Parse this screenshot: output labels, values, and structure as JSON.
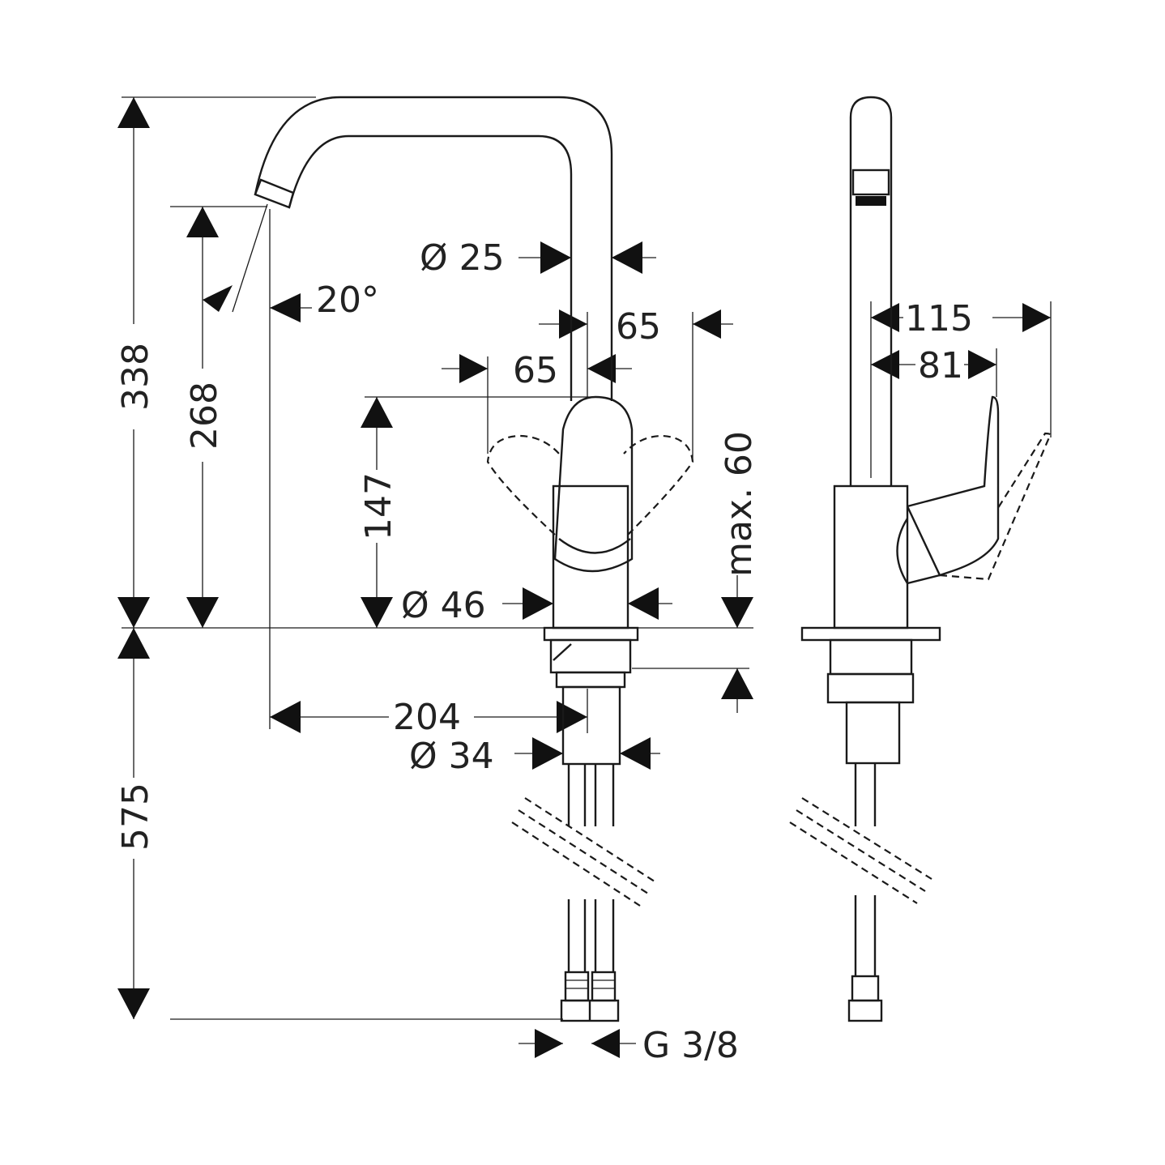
{
  "title": "Faucet dimension drawing",
  "dimensions": {
    "total_height": "338",
    "spout_height": "268",
    "spout_angle": "20°",
    "spout_diameter": "Ø 25",
    "lever_swing_right": "65",
    "lever_swing_left": "65",
    "body_height": "147",
    "max_deck_thickness": "max. 60",
    "body_diameter": "Ø 46",
    "spout_reach": "204",
    "shank_diameter": "Ø 34",
    "hose_length": "575",
    "connection": "G 3/8",
    "lever_reach_max": "115",
    "lever_reach": "81"
  },
  "colors": {
    "line": "#1a1a1a",
    "background": "#ffffff"
  }
}
